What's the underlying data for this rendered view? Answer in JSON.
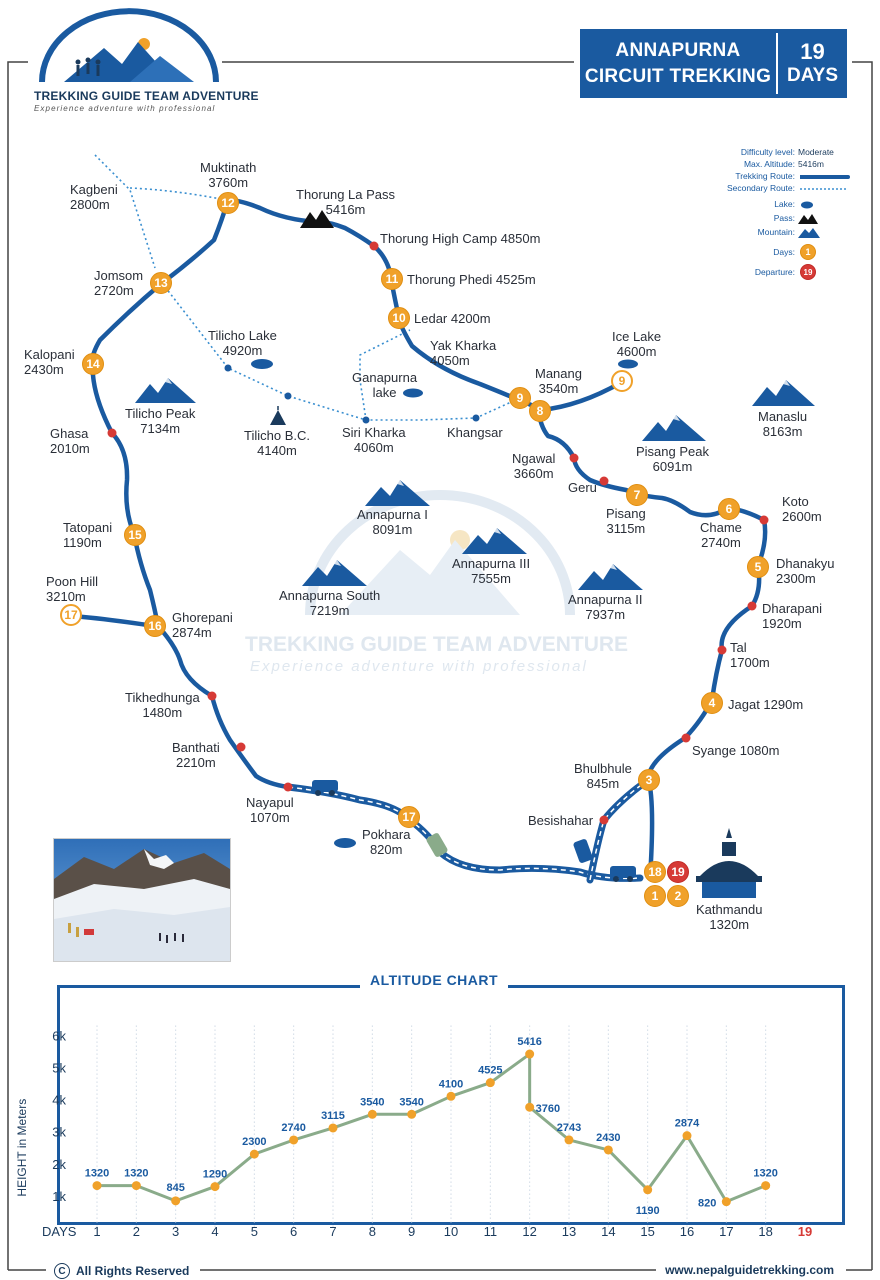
{
  "title": {
    "main_line1": "ANNAPURNA",
    "main_line2": "CIRCUIT TREKKING",
    "days_number": "19",
    "days_word": "DAYS"
  },
  "brand": {
    "name": "TREKKING GUIDE TEAM ADVENTURE",
    "tagline": "Experience adventure with professional"
  },
  "legend": {
    "difficulty_key": "Difficulty level:",
    "difficulty_val": "Moderate",
    "altitude_key": "Max. Altitude:",
    "altitude_val": "5416m",
    "route_key": "Trekking Route:",
    "secondary_key": "Secondary Route:",
    "lake_key": "Lake:",
    "pass_key": "Pass:",
    "mountain_key": "Mountain:",
    "days_key": "Days:",
    "days_sample": "1",
    "departure_key": "Departure:",
    "departure_sample": "19"
  },
  "places": {
    "muktinath": [
      "Muktinath",
      "3760m"
    ],
    "kagbeni": [
      "Kagbeni",
      "2800m"
    ],
    "thorung_la": [
      "Thorung La Pass",
      "5416m"
    ],
    "high_camp": "Thorung High Camp 4850m",
    "phedi": "Thorung Phedi 4525m",
    "ledar": "Ledar 4200m",
    "yak_kharka": [
      "Yak Kharka",
      "4050m"
    ],
    "jomsom": [
      "Jomsom",
      "2720m"
    ],
    "tilicho_lake": [
      "Tilicho Lake",
      "4920m"
    ],
    "ice_lake": [
      "Ice Lake",
      "4600m"
    ],
    "manang": [
      "Manang",
      "3540m"
    ],
    "ganapurna_lake": [
      "Ganapurna",
      "lake"
    ],
    "kalopani": [
      "Kalopani",
      "2430m"
    ],
    "tilicho_peak": [
      "Tilicho Peak",
      "7134m"
    ],
    "manaslu": [
      "Manaslu",
      "8163m"
    ],
    "ghasa": [
      "Ghasa",
      "2010m"
    ],
    "tilicho_bc": [
      "Tilicho B.C.",
      "4140m"
    ],
    "siri_kharka": [
      "Siri Kharka",
      "4060m"
    ],
    "khangsar": "Khangsar",
    "pisang_peak": [
      "Pisang Peak",
      "6091m"
    ],
    "ngawal": [
      "Ngawal",
      "3660m"
    ],
    "geru": "Geru",
    "pisang": [
      "Pisang",
      "3115m"
    ],
    "annapurna_1": [
      "Annapurna I",
      "8091m"
    ],
    "koto": [
      "Koto",
      "2600m"
    ],
    "chame": [
      "Chame",
      "2740m"
    ],
    "tatopani": [
      "Tatopani",
      "1190m"
    ],
    "annapurna_3": [
      "Annapurna III",
      "7555m"
    ],
    "dhanakyu": [
      "Dhanakyu",
      "2300m"
    ],
    "poon_hill": [
      "Poon Hill",
      "3210m"
    ],
    "annapurna_south": [
      "Annapurna South",
      "7219m"
    ],
    "annapurna_2": [
      "Annapurna II",
      "7937m"
    ],
    "ghorepani": [
      "Ghorepani",
      "2874m"
    ],
    "dharapani": [
      "Dharapani",
      "1920m"
    ],
    "tal": [
      "Tal",
      "1700m"
    ],
    "tikhedhunga": [
      "Tikhedhunga",
      "1480m"
    ],
    "jagat": "Jagat 1290m",
    "banthati": [
      "Banthati",
      "2210m"
    ],
    "syange": "Syange 1080m",
    "bhulbhule": [
      "Bhulbhule",
      "845m"
    ],
    "nayapul": [
      "Nayapul",
      "1070m"
    ],
    "besishahar": "Besishahar",
    "pokhara": [
      "Pokhara",
      "820m"
    ],
    "kathmandu": [
      "Kathmandu",
      "1320m"
    ]
  },
  "watermark": {
    "name": "TREKKING GUIDE TEAM ADVENTURE",
    "tagline": "Experience adventure with professional"
  },
  "chart_data": {
    "type": "line",
    "title": "ALTITUDE CHART",
    "xlabel": "DAYS",
    "ylabel": "HEIGHT in Meters",
    "x": [
      1,
      2,
      3,
      4,
      5,
      6,
      7,
      8,
      9,
      10,
      11,
      12,
      12,
      13,
      14,
      15,
      16,
      17,
      18
    ],
    "y": [
      1320,
      1320,
      845,
      1290,
      2300,
      2740,
      3115,
      3540,
      3540,
      4100,
      4525,
      5416,
      3760,
      2743,
      2430,
      1190,
      2874,
      820,
      1320
    ],
    "x_ticks": [
      "1",
      "2",
      "3",
      "4",
      "5",
      "6",
      "7",
      "8",
      "9",
      "10",
      "11",
      "12",
      "13",
      "14",
      "15",
      "16",
      "17",
      "18",
      "19"
    ],
    "y_ticks": [
      "1k",
      "2k",
      "3k",
      "4k",
      "5k",
      "6k"
    ],
    "ylim": [
      0,
      6600
    ],
    "xlim": [
      1,
      19
    ],
    "line_color": "#8aab8a",
    "point_color": "#f0a12a",
    "highlight_tick": "19",
    "highlight_color": "#d63a36"
  },
  "footer": {
    "rights": "All Rights Reserved",
    "copyright_symbol": "C",
    "website": "www.nepalguidetrekking.com"
  },
  "colors": {
    "route": "#1a5aa0",
    "secondary": "#3a8fd0",
    "day_badge": "#f0a12a",
    "stop": "#d63a36"
  }
}
